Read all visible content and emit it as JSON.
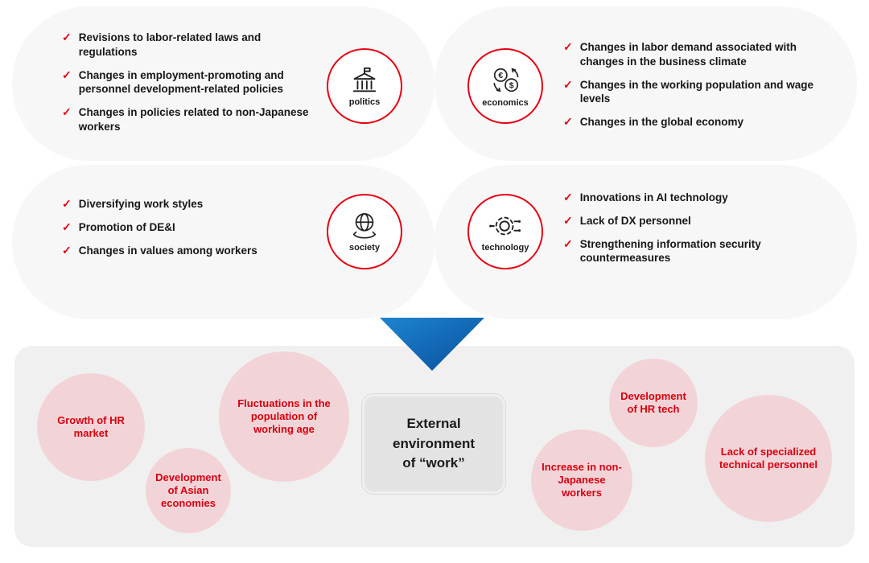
{
  "pest": {
    "politics": {
      "label": "politics",
      "icon": "government-building-icon",
      "items": [
        "Revisions to labor-related laws and regulations",
        "Changes in employment-promoting and personnel development-related policies",
        "Changes in policies related to non-Japanese workers"
      ]
    },
    "economics": {
      "label": "economics",
      "icon": "currency-exchange-icon",
      "items": [
        "Changes in labor demand associated with changes in the business climate",
        "Changes in the working population and wage levels",
        "Changes in the global economy"
      ]
    },
    "society": {
      "label": "society",
      "icon": "globe-in-hands-icon",
      "items": [
        "Diversifying work styles",
        "Promotion of DE&I",
        "Changes in values among workers"
      ]
    },
    "technology": {
      "label": "technology",
      "icon": "gear-circuit-icon",
      "items": [
        "Innovations in AI technology",
        "Lack of DX personnel",
        "Strengthening information security countermeasures"
      ]
    }
  },
  "summary": {
    "center": "External environment of “work”",
    "bubbles": [
      "Growth of HR market",
      "Development of Asian economies",
      "Fluctuations in the population of working age",
      "Development of HR tech",
      "Increase in non-Japanese workers",
      "Lack of specialized technical personnel"
    ]
  },
  "colors": {
    "accent_red": "#e60012",
    "bubble_pink": "#f2d4d8",
    "bubble_text_red": "#d7000f",
    "arrow_blue_light": "#1e85d0",
    "arrow_blue_dark": "#084f9c",
    "quadrant_gray": "#f7f7f7",
    "panel_gray": "#f0f0f0"
  }
}
